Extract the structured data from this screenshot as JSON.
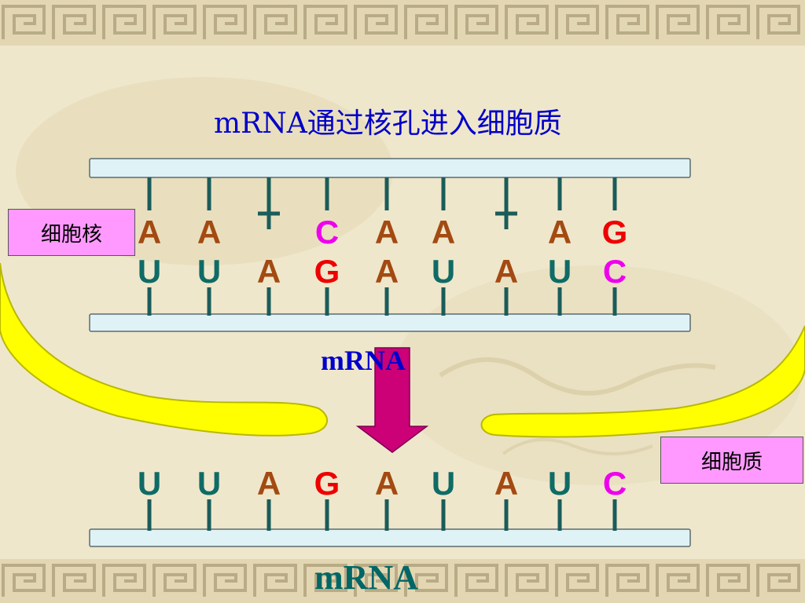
{
  "title": "mRNA通过核孔进入细胞质",
  "labels": {
    "nucleus": "细胞核",
    "cytoplasm": "细胞质",
    "mrna_middle": "mRNA",
    "mrna_bottom": "mRNA"
  },
  "dna_template": {
    "top_bases": [
      "A",
      "A",
      "T",
      "C",
      "A",
      "A",
      "T",
      "A",
      "G"
    ],
    "paired_bases": [
      "U",
      "U",
      "A",
      "G",
      "A",
      "U",
      "A",
      "U",
      "C"
    ]
  },
  "mrna_strand": {
    "bases": [
      "U",
      "U",
      "A",
      "G",
      "A",
      "U",
      "A",
      "U",
      "C"
    ]
  },
  "colors": {
    "A": "#a34a12",
    "T": "#0f6b66",
    "U": "#0f6b66",
    "C": "#ee00ee",
    "G": "#ee0000",
    "title": "#0000c8",
    "strand_fill": "#dff2f6",
    "strand_border": "#5b6b70",
    "tick": "#1a5c5a",
    "membrane_fill": "#ffff00",
    "membrane_edge": "#b8b800",
    "arrow": "#cc0077",
    "label_box": "#ff99ff"
  },
  "icons": {
    "arrow": "arrow-down-icon"
  }
}
